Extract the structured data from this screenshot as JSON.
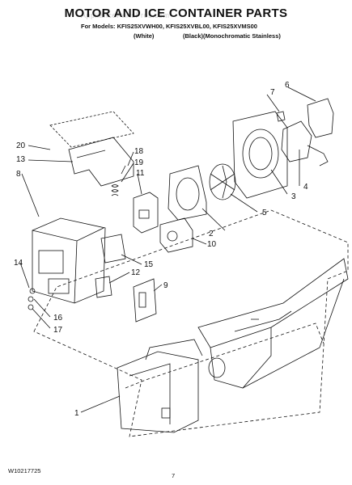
{
  "header": {
    "title": "MOTOR AND ICE CONTAINER PARTS",
    "models_line": "For Models: KFIS25XVWH00, KFIS25XVBL00, KFIS25XVMS00",
    "variant_white": "(White)",
    "variant_black": "(Black)(Monochromatic Stainless)",
    "watermark": "AppliancePartsPros.com"
  },
  "footer": {
    "doc_number": "W10217725",
    "page_number": "7"
  },
  "callouts": [
    "1",
    "2",
    "3",
    "4",
    "5",
    "6",
    "7",
    "8",
    "9",
    "10",
    "11",
    "12",
    "13",
    "14",
    "15",
    "16",
    "17",
    "18",
    "19",
    "20"
  ]
}
